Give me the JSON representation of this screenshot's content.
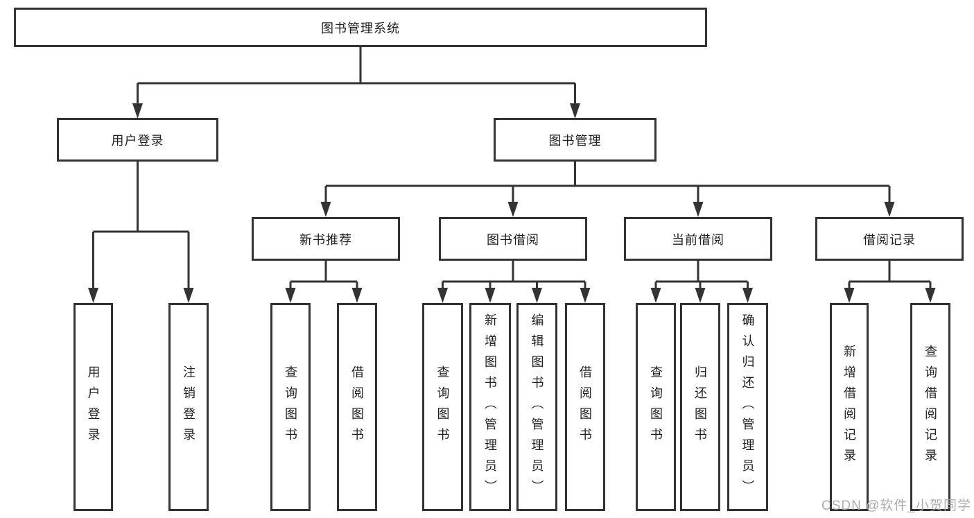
{
  "watermark": "CSDN @软件_小贺同学",
  "colors": {
    "line": "#333333",
    "box_border": "#333333",
    "text": "#1f1f1f",
    "watermark": "#a8a8a8",
    "background": "#ffffff"
  },
  "tree": {
    "label": "图书管理系统",
    "children": [
      {
        "label": "用户登录",
        "children": [
          {
            "label": "用户登录"
          },
          {
            "label": "注销登录"
          }
        ]
      },
      {
        "label": "图书管理",
        "children": [
          {
            "label": "新书推荐",
            "children": [
              {
                "label": "查询图书"
              },
              {
                "label": "借阅图书"
              }
            ]
          },
          {
            "label": "图书借阅",
            "children": [
              {
                "label": "查询图书"
              },
              {
                "label": "新增图书（管理员）"
              },
              {
                "label": "编辑图书（管理员）"
              },
              {
                "label": "借阅图书"
              }
            ]
          },
          {
            "label": "当前借阅",
            "children": [
              {
                "label": "查询图书"
              },
              {
                "label": "归还图书"
              },
              {
                "label": "确认归还（管理员）"
              }
            ]
          },
          {
            "label": "借阅记录",
            "children": [
              {
                "label": "新增借阅记录"
              },
              {
                "label": "查询借阅记录"
              }
            ]
          }
        ]
      }
    ]
  }
}
